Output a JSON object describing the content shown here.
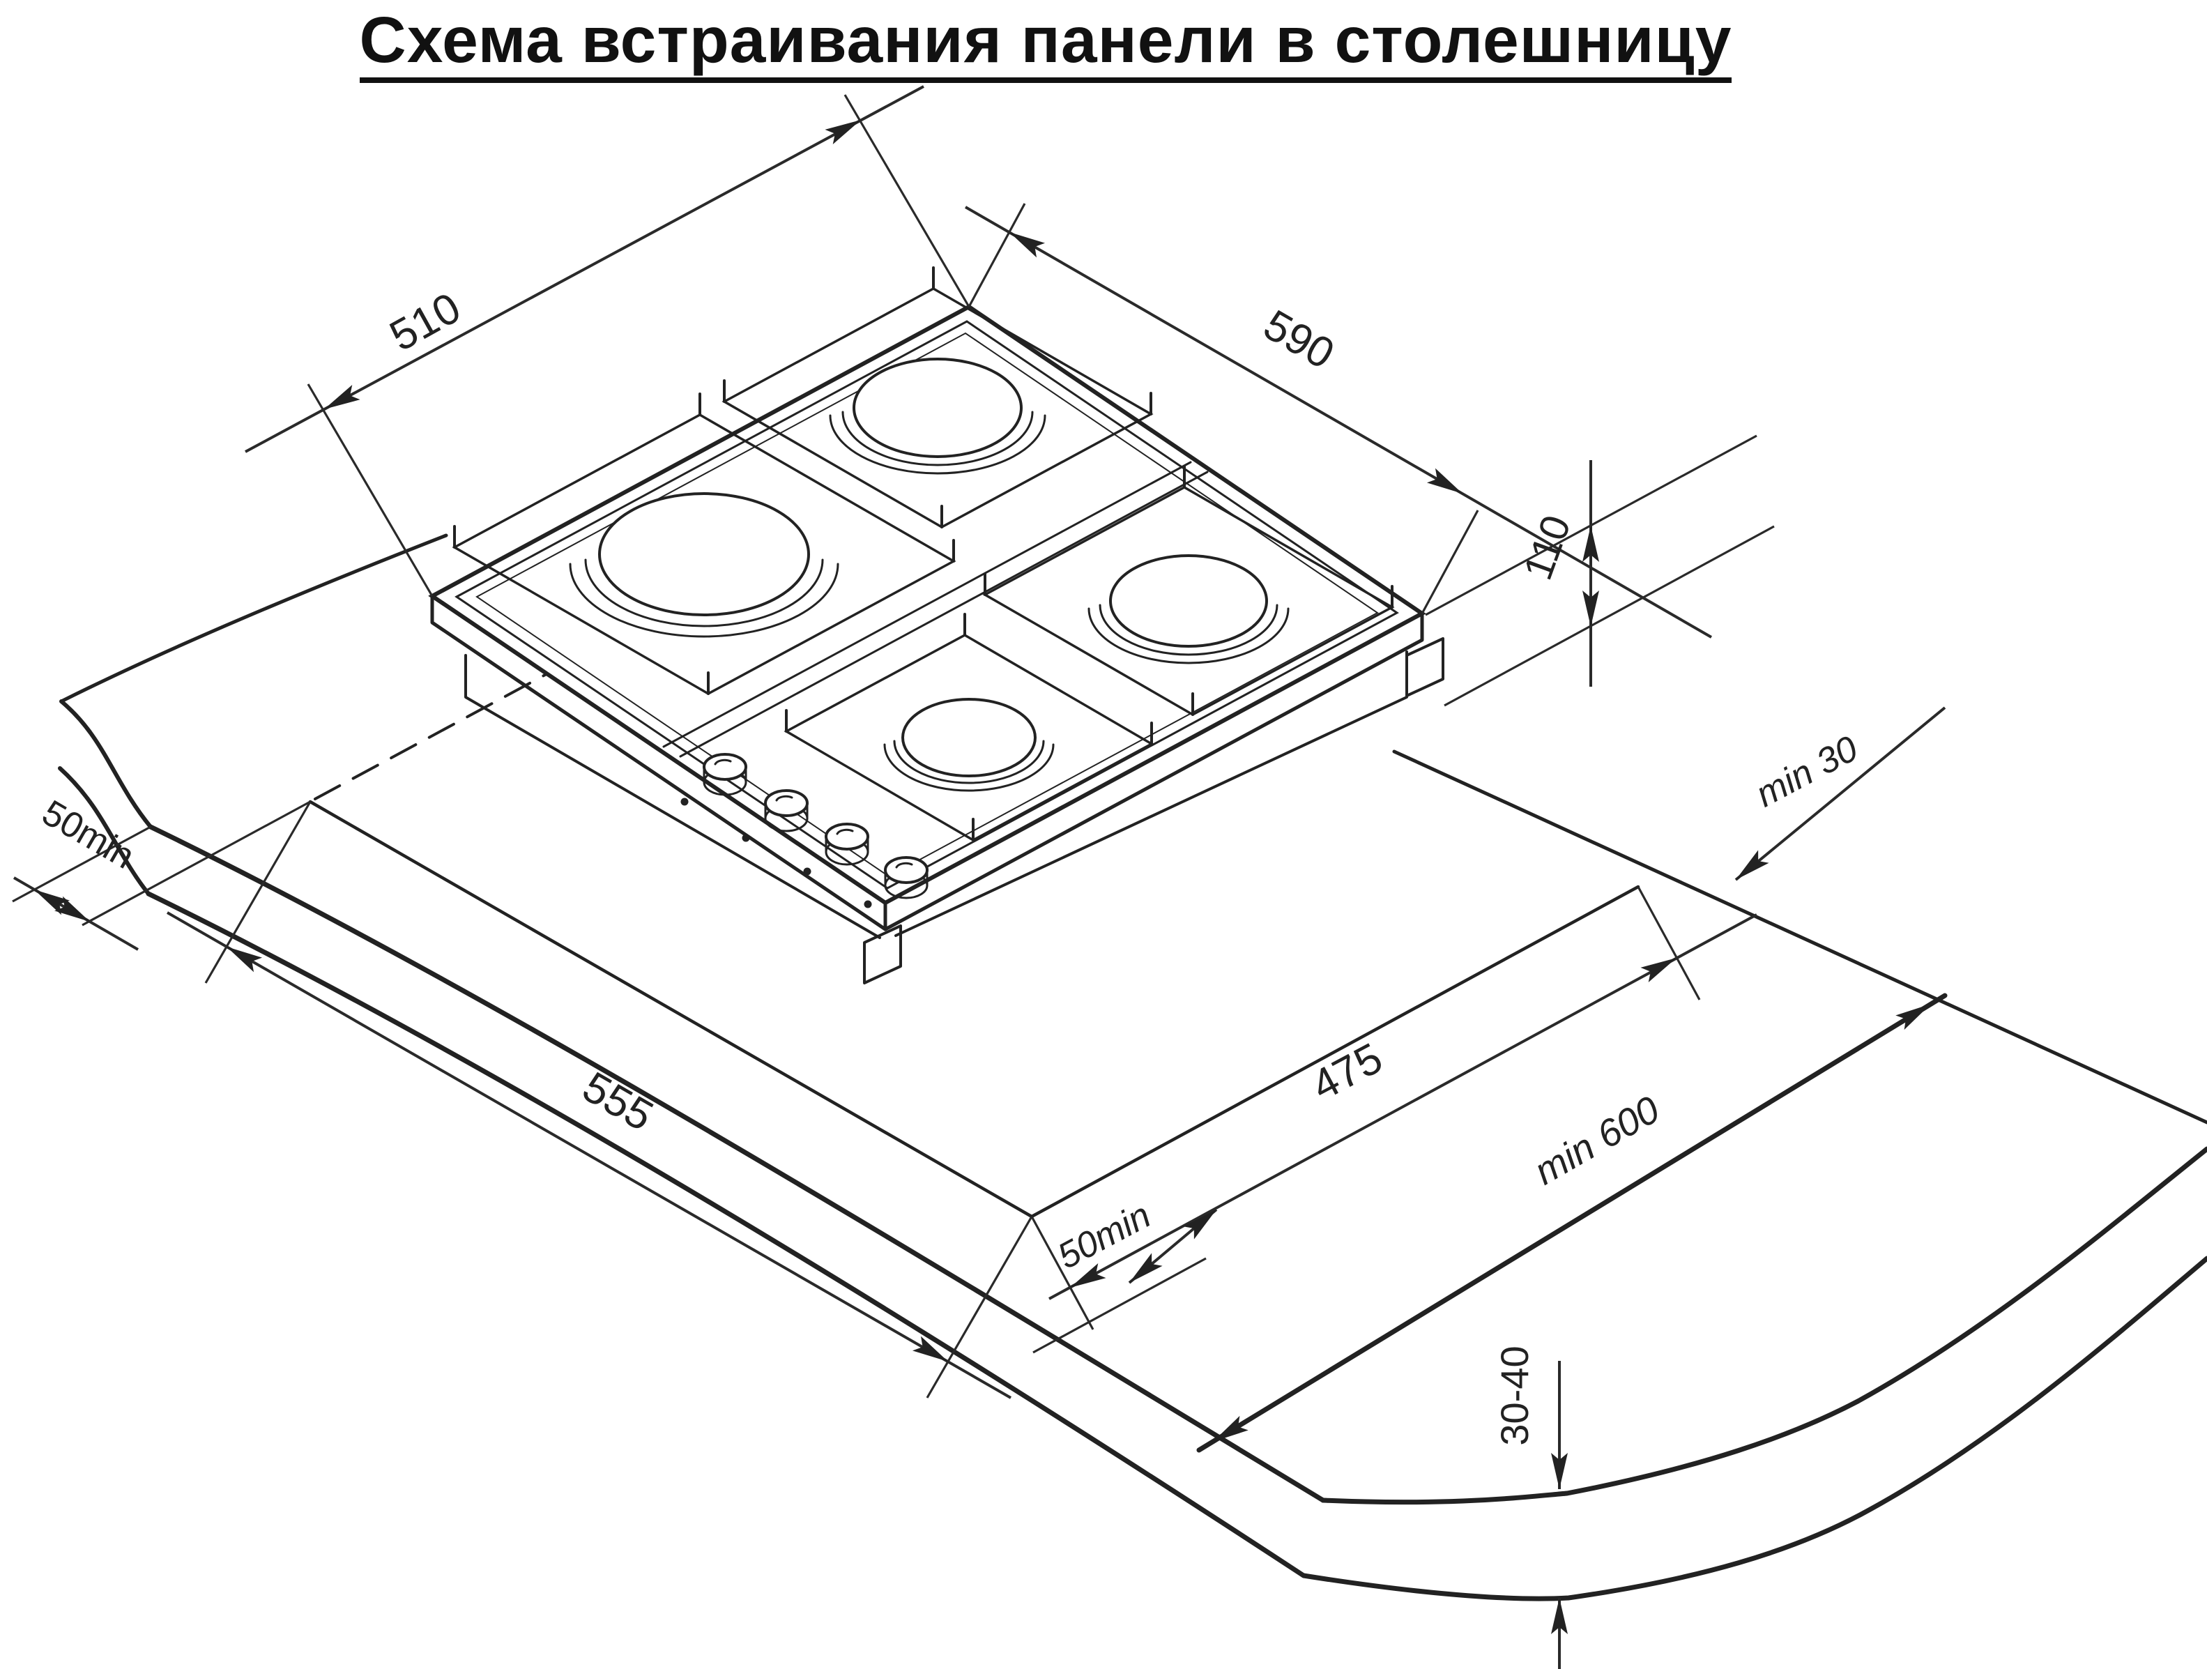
{
  "title": "Схема встраивания панели в столешницу",
  "drawing": {
    "kind": "isometric installation diagram",
    "subject": "4-burner gas hob built into a worktop cutout"
  },
  "dimensions": {
    "panel_depth": "510",
    "panel_width": "590",
    "panel_height": "110",
    "side_clearance_left": "50min",
    "cutout_width": "555",
    "cutout_depth": "475",
    "front_clearance": "50min",
    "rear_clearance": "min 30",
    "worktop_depth": "min 600",
    "worktop_thickness": "30-40"
  }
}
